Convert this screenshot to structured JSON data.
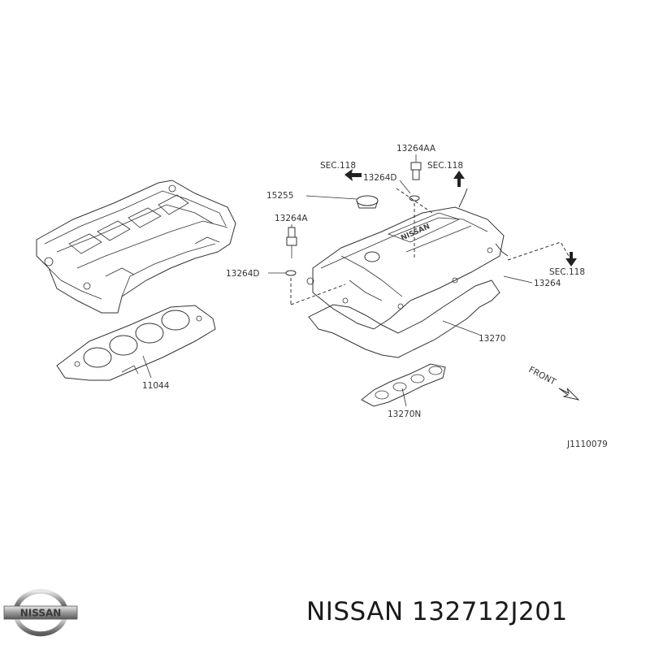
{
  "diagram": {
    "labels": {
      "p13264AA": "13264AA",
      "sec118_left": "SEC.118",
      "p13264D_top": "13264D",
      "sec118_right": "SEC.118",
      "p15255": "15255",
      "p13264A": "13264A",
      "p13264D_left": "13264D",
      "sec118_lower": "SEC.118",
      "p13264": "13264",
      "p13270": "13270",
      "p11044": "11044",
      "p13270N": "13270N",
      "front": "FRONT",
      "drawing_id": "J1110079"
    },
    "cover_emboss": "NISSAN"
  },
  "logo": {
    "text": "NISSAN"
  },
  "footer": {
    "text": "NISSAN 132712J201"
  }
}
